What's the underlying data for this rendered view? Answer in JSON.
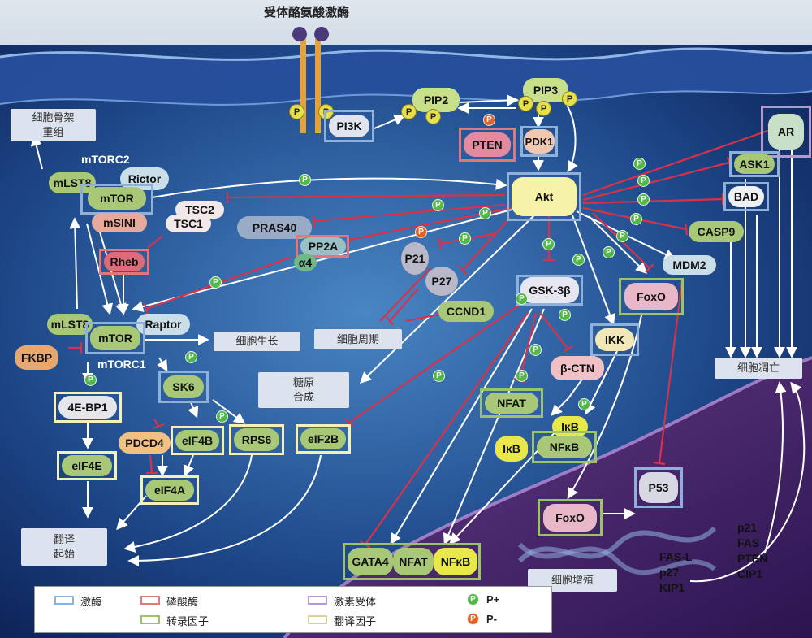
{
  "title": "受体酪氨酸激酶",
  "outcomes": {
    "cytoskeleton": "细胞骨架\n重组",
    "growth": "细胞生长",
    "cell_cycle": "细胞周期",
    "glycogen": "糖原\n合成",
    "apoptosis": "细胞凋亡",
    "translation": "翻译\n起始",
    "proliferation": "细胞增殖"
  },
  "complexes": {
    "mtorc2": "mTORC2",
    "mtorc1": "mTORC1"
  },
  "nodes": {
    "pi3k": "PI3K",
    "pip2": "PIP2",
    "pip3": "PIP3",
    "pten": "PTEN",
    "pdk1": "PDK1",
    "akt": "Akt",
    "mlst8_2": "mLST8",
    "rictor": "Rictor",
    "mtor_2": "mTOR",
    "msini": "mSINI",
    "tsc2": "TSC2",
    "tsc1": "TSC1",
    "pras40": "PRAS40",
    "pp2a": "PP2A",
    "alpha4": "α4",
    "rheb": "Rheb",
    "p21": "P21",
    "p27": "P27",
    "gsk3b": "GSK-3β",
    "ccnd1": "CCND1",
    "mlst8_1": "mLST8",
    "raptor": "Raptor",
    "mtor_1": "mTOR",
    "fkbp": "FKBP",
    "sk6": "SK6",
    "ebp1": "4E-BP1",
    "eif4e": "eIF4E",
    "pdcd4": "PDCD4",
    "eif4b": "eIF4B",
    "rps6": "RPS6",
    "eif4a": "eIF4A",
    "eif2b": "eIF2B",
    "nfat": "NFAT",
    "ikk": "IKK",
    "bctn": "β-CTN",
    "ikb1": "IκB",
    "nfkb": "NFκB",
    "ikb2": "IκB",
    "foxo": "FoxO",
    "mdm2": "MDM2",
    "ar": "AR",
    "ask1": "ASK1",
    "bad": "BAD",
    "casp9": "CASP9",
    "p53": "P53",
    "foxo_n": "FoxO",
    "gata4": "GATA4",
    "nfat_n": "NFAT",
    "nfkb_n": "NFκB"
  },
  "targets": {
    "left": [
      "FAS-L",
      "p27",
      "KIP1"
    ],
    "right": [
      "p21",
      "FAS",
      "PTEN",
      "CIP1"
    ]
  },
  "phospho": {
    "p": "P"
  },
  "legend": {
    "kinase": "激酶",
    "phosphatase": "磷酸酶",
    "hormone_receptor": "激素受体",
    "p_plus": "P+",
    "tf": "转录因子",
    "translation_factor": "翻译因子",
    "p_minus": "P-"
  },
  "colors": {
    "kinase": "#8fb0d8",
    "phosphatase": "#e0787a",
    "hormone_receptor": "#b09ad0",
    "transcription_factor": "#9cc36a",
    "translation_factor": "#f3f0b8",
    "p_plus": "#52b848",
    "p_minus": "#e0632a",
    "inhibition": "#d8324a"
  }
}
